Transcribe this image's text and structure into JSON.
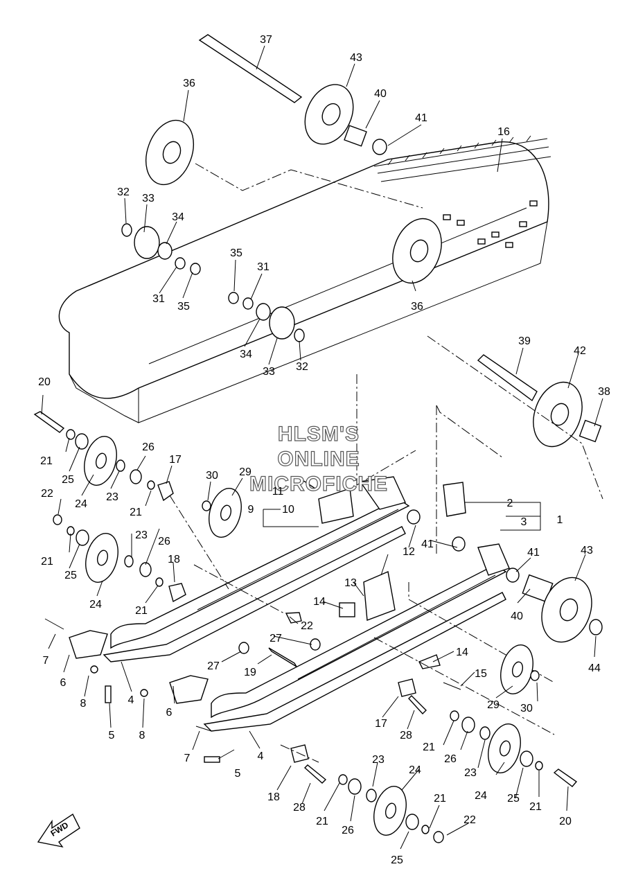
{
  "watermark": {
    "line1": "HLSM'S",
    "line2": "ONLINE",
    "line3": "MICROFICHE"
  },
  "fwd_label": "FWD",
  "callouts": {
    "c37": "37",
    "c43a": "43",
    "c36a": "36",
    "c40a": "40",
    "c41a": "41",
    "c16": "16",
    "c32a": "32",
    "c33a": "33",
    "c34a": "34",
    "c35a": "35",
    "c31a": "31",
    "c31b": "31",
    "c35b": "35",
    "c36b": "36",
    "c34b": "34",
    "c33b": "33",
    "c32b": "32",
    "c39": "39",
    "c42": "42",
    "c38": "38",
    "c20a": "20",
    "c21a": "21",
    "c25a": "25",
    "c24a": "24",
    "c26a": "26",
    "c23a": "23",
    "c17a": "17",
    "c21b": "21",
    "c30a": "30",
    "c29a": "29",
    "c11": "11",
    "c9": "9",
    "c10": "10",
    "c2": "2",
    "c3": "3",
    "c1": "1",
    "c22a": "22",
    "c21c": "21",
    "c25b": "25",
    "c23b": "23",
    "c26b": "26",
    "c24b": "24",
    "c18a": "18",
    "c21d": "21",
    "c41b": "41",
    "c41c": "41",
    "c43b": "43",
    "c12": "12",
    "c13": "13",
    "c14a": "14",
    "c22b": "22",
    "c40b": "40",
    "c44": "44",
    "c7a": "7",
    "c6a": "6",
    "c8a": "8",
    "c4a": "4",
    "c5a": "5",
    "c27a": "27",
    "c27b": "27",
    "c19": "19",
    "c14b": "14",
    "c15": "15",
    "c29b": "29",
    "c30b": "30",
    "c8b": "8",
    "c6b": "6",
    "c7b": "7",
    "c5b": "5",
    "c4b": "4",
    "c17b": "17",
    "c28a": "28",
    "c21e": "21",
    "c26c": "26",
    "c23c": "23",
    "c24c": "24",
    "c25c": "25",
    "c21f": "21",
    "c18b": "18",
    "c28b": "28",
    "c21g": "21",
    "c26d": "26",
    "c23d": "23",
    "c24d": "24",
    "c21h": "21",
    "c22c": "22",
    "c25d": "25",
    "c20b": "20"
  }
}
